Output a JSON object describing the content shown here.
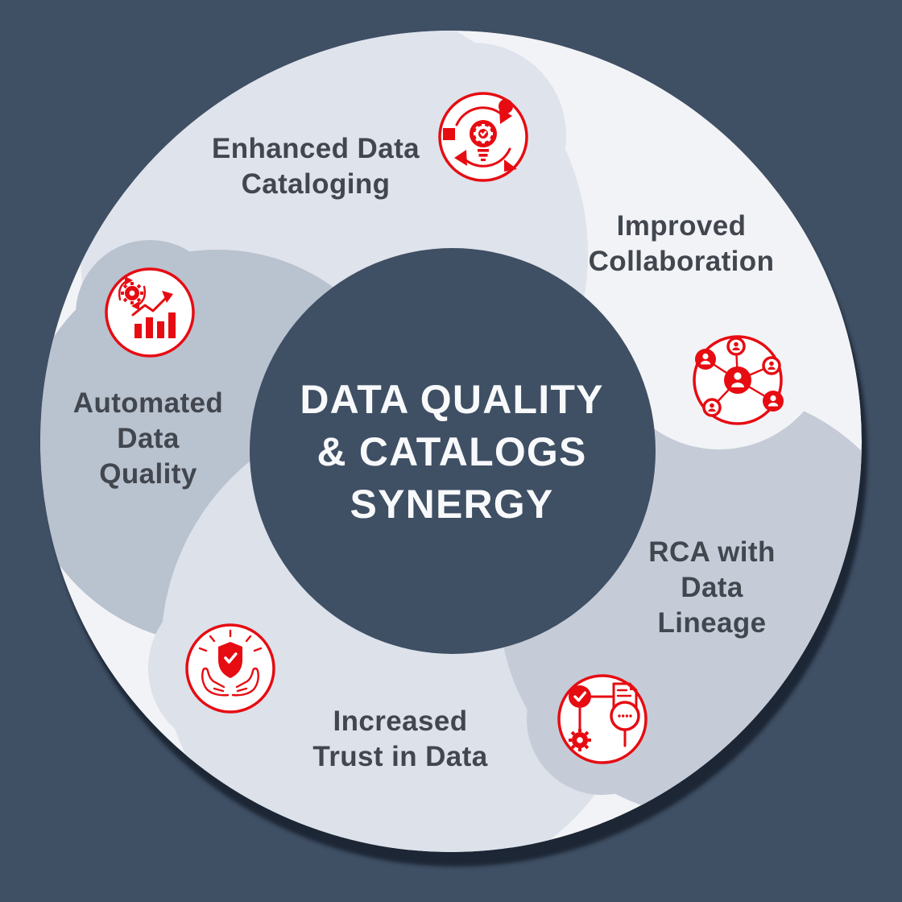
{
  "title": {
    "lines": [
      "DATA QUALITY",
      "& CATALOGS",
      "SYNERGY"
    ]
  },
  "segments": [
    {
      "id": "enhanced-data-cataloging",
      "label_lines": [
        "Enhanced Data",
        "Cataloging"
      ],
      "color": "#dfe3ec",
      "icon": "cataloging-cycle-icon"
    },
    {
      "id": "improved-collaboration",
      "label_lines": [
        "Improved",
        "Collaboration"
      ],
      "color": "#f2f3f6",
      "icon": "collaboration-network-icon"
    },
    {
      "id": "rca-with-data-lineage",
      "label_lines": [
        "RCA with",
        "Data",
        "Lineage"
      ],
      "color": "#c5ccd8",
      "icon": "root-cause-analysis-icon"
    },
    {
      "id": "increased-trust-in-data",
      "label_lines": [
        "Increased",
        "Trust in Data"
      ],
      "color": "#dce1ea",
      "icon": "trust-shield-hands-icon"
    },
    {
      "id": "automated-data-quality",
      "label_lines": [
        "Automated",
        "Data",
        "Quality"
      ],
      "color": "#b9c2cf",
      "icon": "automated-quality-icon"
    }
  ],
  "colors": {
    "background": "#3f4f64",
    "shadow": "#1b2734",
    "label_text": "#42474f",
    "title_text": "#f8f9fb",
    "icon_red": "#e60c12",
    "icon_bg": "#ffffff"
  }
}
